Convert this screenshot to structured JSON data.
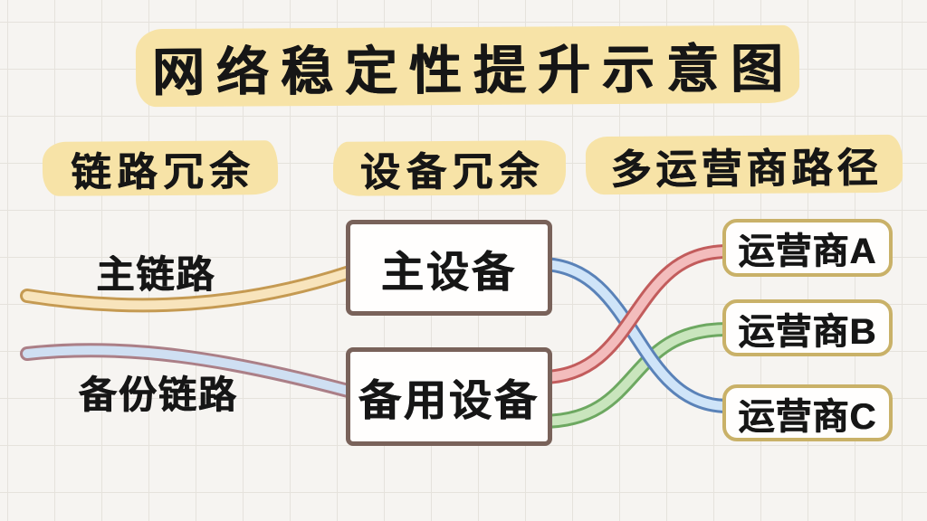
{
  "title": {
    "text": "网络稳定性提升示意图"
  },
  "columns": {
    "link_redundancy": "链路冗余",
    "device_redundancy": "设备冗余",
    "multi_carrier": "多运营商路径"
  },
  "links": {
    "primary": {
      "label": "主链路"
    },
    "backup": {
      "label": "备份链路"
    }
  },
  "devices": {
    "primary": {
      "label": "主设备"
    },
    "backup": {
      "label": "备用设备"
    }
  },
  "carriers": {
    "a": {
      "label": "运营商A"
    },
    "b": {
      "label": "运营商B"
    },
    "c": {
      "label": "运营商C"
    }
  },
  "connections": [
    {
      "name": "primary-link-band",
      "from": "主链路",
      "to": "主设备",
      "fill": "#f8e4bc",
      "edge": "#c59a52"
    },
    {
      "name": "backup-link-band",
      "from": "备份链路",
      "to": "备用设备",
      "fill": "#cfdff2",
      "edge": "#ab7f87"
    },
    {
      "name": "backup-to-carrier-b",
      "from": "备用设备",
      "to": "运营商B",
      "fill": "#c9e5bd",
      "edge": "#6da861"
    },
    {
      "name": "primary-to-carrier-c",
      "from": "主设备",
      "to": "运营商C",
      "fill": "#cfe4f8",
      "edge": "#5a82b8"
    },
    {
      "name": "backup-to-carrier-a",
      "from": "备用设备",
      "to": "运营商A",
      "fill": "#f3bcbc",
      "edge": "#c25c5c"
    }
  ],
  "colors": {
    "highlight": "#f7e3a7",
    "device_border": "#79625a",
    "carrier_border": "#c9b168",
    "background": "#f6f4f1",
    "grid_line": "#e5e2dc",
    "text": "#161616"
  }
}
